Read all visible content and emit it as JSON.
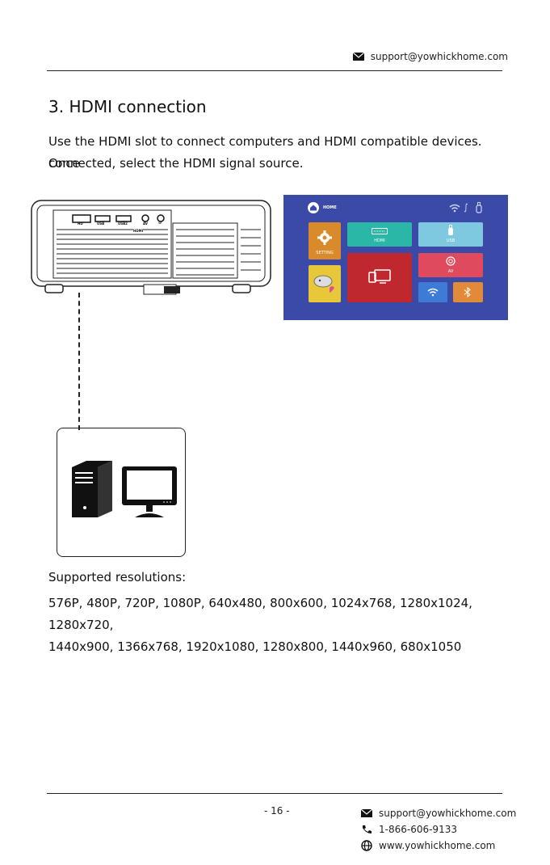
{
  "header": {
    "email": "support@yowhickhome.com",
    "email_icon": "envelope-icon"
  },
  "section": {
    "title": "3. HDMI connection",
    "intro_line1": "Use the HDMI slot to connect computers and HDMI compatible devices. Once",
    "intro_line2": "connected, select the HDMI signal source."
  },
  "projector": {
    "ports": [
      "HD",
      "USB",
      "USB2",
      "AV",
      "⊙"
    ],
    "label_port": "HDMI"
  },
  "menu": {
    "home_label": "HOME",
    "tiles": {
      "setting": "SETTING",
      "hdmi": "HDMI",
      "usb": "USB",
      "av": "AV"
    },
    "colors": {
      "background": "#3a4aa6",
      "setting": "#d98a2a",
      "hdmi": "#2bb7a7",
      "usb": "#7ec9e0",
      "screen": "#c0282f",
      "av": "#e04a5e",
      "wifi": "#3e7bd6",
      "bluetooth": "#e08a3a",
      "app": "#e8c83a"
    }
  },
  "resolutions": {
    "title": "Supported resolutions:",
    "line1": "576P, 480P, 720P, 1080P, 640x480, 800x600, 1024x768, 1280x1024, 1280x720,",
    "line2": "1440x900, 1366x768, 1920x1080, 1280x800, 1440x960, 680x1050"
  },
  "footer": {
    "page": "- 16 -",
    "email": "support@yowhickhome.com",
    "phone": "1-866-606-9133",
    "website": "www.yowhickhome.com"
  }
}
